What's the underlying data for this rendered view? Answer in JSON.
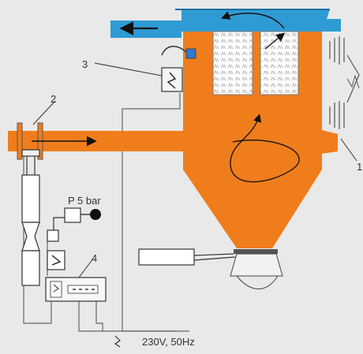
{
  "callouts": {
    "c1": "1",
    "c2": "2",
    "c3": "3",
    "c4": "4"
  },
  "pressure_label": "P 5 bar",
  "power_label": "230V, 50Hz",
  "colors": {
    "vessel_orange": "#f07d1c",
    "clean_gas_blue": "#2f9bd4",
    "background": "#e9e9e9",
    "line": "#333333"
  }
}
